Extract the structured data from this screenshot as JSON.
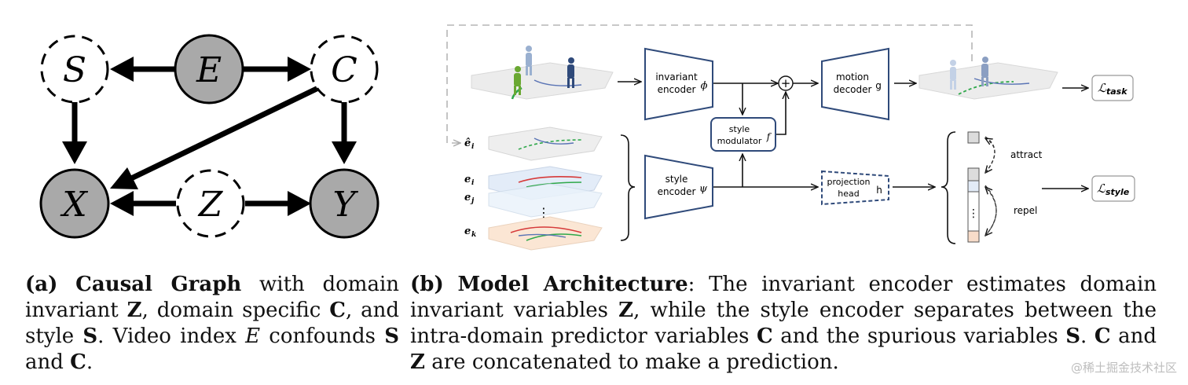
{
  "graph_a": {
    "nodes": {
      "S": "S",
      "E": "E",
      "C": "C",
      "X": "X",
      "Z": "Z",
      "Y": "Y"
    }
  },
  "caption_a": {
    "label": "(a)",
    "bold_title": "Causal Graph",
    "t1": " with domain invariant ",
    "z": "Z",
    "t2": ", domain specific ",
    "c": "C",
    "t3": ", and style ",
    "s": "S",
    "t4": ". Video index ",
    "e": "E",
    "t5": " confounds ",
    "s2": "S",
    "t6": " and ",
    "c2": "C",
    "t7": "."
  },
  "architecture_b": {
    "invariant_encoder": {
      "line1": "invariant",
      "line2": "encoder",
      "symbol": "ϕ"
    },
    "motion_decoder": {
      "line1": "motion",
      "line2": "decoder",
      "symbol": "g"
    },
    "style_modulator": {
      "line1": "style",
      "line2": "modulator",
      "symbol": "f"
    },
    "style_encoder": {
      "line1": "style",
      "line2": "encoder",
      "symbol": "ψ"
    },
    "projection_head": {
      "line1": "projection",
      "line2": "head",
      "symbol": "h"
    },
    "loss_task": {
      "script": "ℒ",
      "sub": "task"
    },
    "loss_style": {
      "script": "ℒ",
      "sub": "style"
    },
    "attract_label": "attract",
    "repel_label": "repel",
    "embed_labels": {
      "ei_hat": "ê",
      "ei_hat_sub": "i",
      "ei": "e",
      "ei_sub": "i",
      "ej": "e",
      "ej_sub": "j",
      "ek": "e",
      "ek_sub": "k"
    },
    "plus_symbol": "+",
    "ellipsis": "⋮"
  },
  "caption_b": {
    "label": "(b)",
    "bold_title": "Model Architecture",
    "t1": ": The invariant encoder estimates domain invariant variables ",
    "z": "Z",
    "t2": ", while the style encoder separates between the intra-domain predictor variables ",
    "c": "C",
    "t3": " and the spurious variables ",
    "s": "S",
    "t4": ". ",
    "c2": "C",
    "t5": " and ",
    "z2": "Z",
    "t6": " are concatenated to make a prediction."
  },
  "watermark": "@稀土掘金技术社区",
  "colors": {
    "node_fill": "#a9a9a9",
    "block_stroke": "#2f4a7a",
    "block_fill": "#ffffff",
    "dashed_line": "#b5b5b5"
  }
}
